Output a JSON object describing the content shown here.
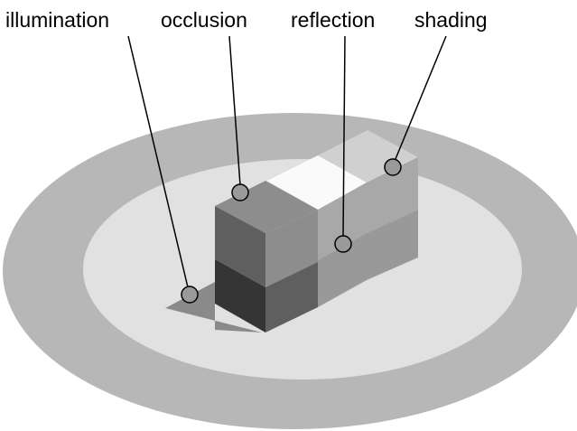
{
  "labels": {
    "illumination": "illumination",
    "occlusion": "occlusion",
    "reflection": "reflection",
    "shading": "shading"
  },
  "colors": {
    "outer_disk": "#b7b7b7",
    "inner_disk": "#e1e1e1",
    "cast_shadow": "#8a8a8a",
    "top_lit": "#fafafa",
    "top_left": "#8d8d8d",
    "top_right": "#d0d0d0",
    "front_dark": "#5f5f5f",
    "front_darkest": "#353535",
    "side_mid": "#999999",
    "side_light": "#a8a8a8",
    "marker_fill": "#9a9a9a"
  }
}
